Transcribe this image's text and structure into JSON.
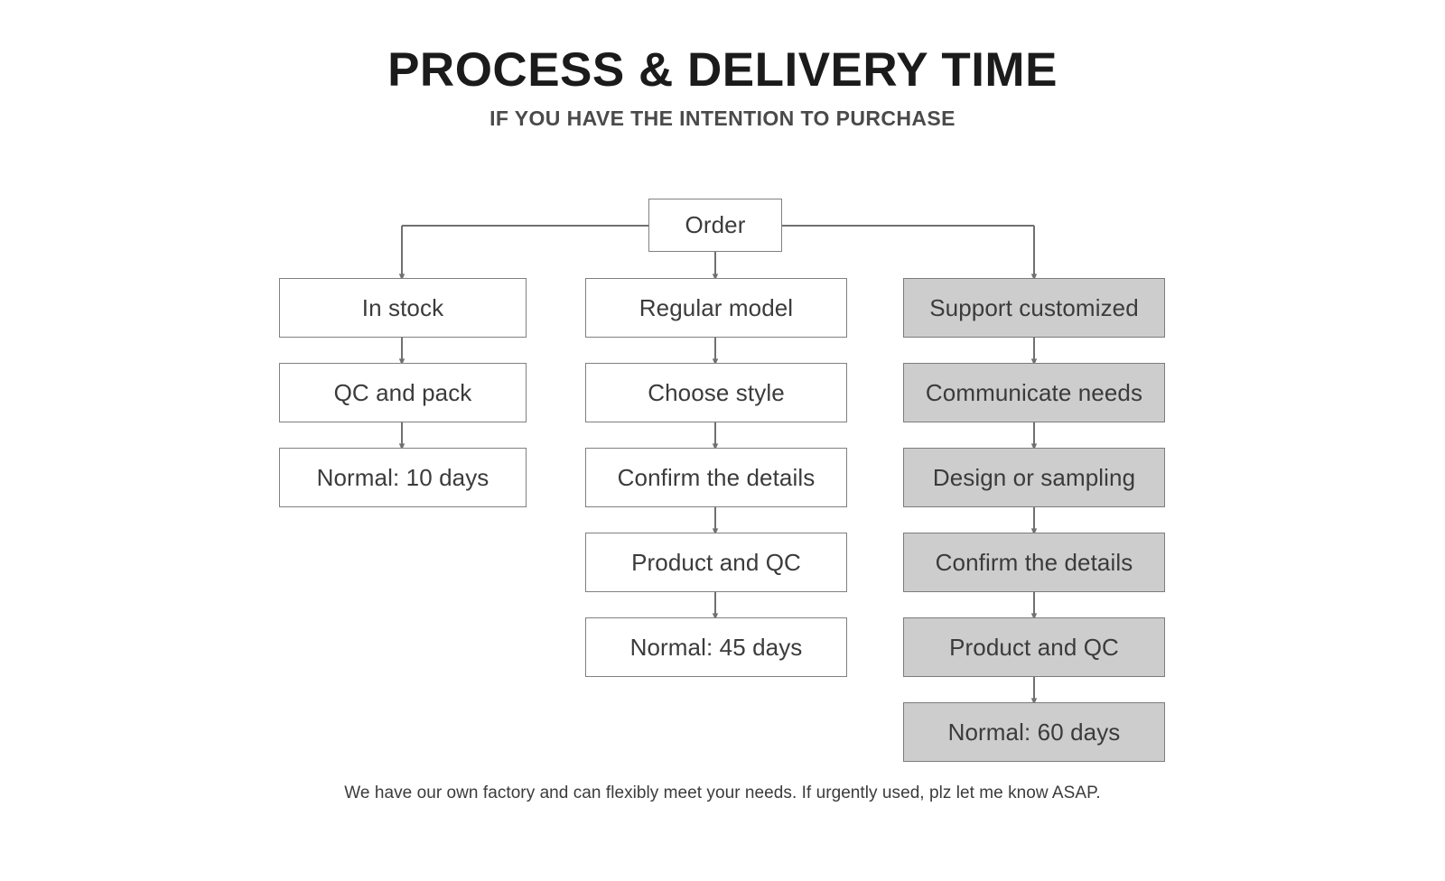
{
  "header": {
    "title": "PROCESS & DELIVERY TIME",
    "subtitle": "IF YOU HAVE THE INTENTION TO PURCHASE"
  },
  "footer": {
    "note": "We have our own factory and can flexibly meet your needs. If urgently used, plz let me know ASAP."
  },
  "colors": {
    "title_text": "#1b1b1b",
    "subtitle_text": "#4a4a4a",
    "node_text": "#3b3b3b",
    "node_border": "#808080",
    "node_fill_plain": "#ffffff",
    "node_fill_shaded": "#cdcdcd",
    "connector": "#707070",
    "page_background": "#ffffff"
  },
  "chart_data": {
    "type": "flowchart",
    "title": "PROCESS & DELIVERY TIME",
    "subtitle": "IF YOU HAVE THE INTENTION TO PURCHASE",
    "root": {
      "id": "order",
      "label": "Order",
      "shaded": false
    },
    "branches": [
      {
        "id": "branch-in-stock",
        "name": "In stock path",
        "shaded": false,
        "lead_time_days": 10,
        "steps": [
          {
            "id": "in-stock",
            "label": "In stock"
          },
          {
            "id": "qc-and-pack",
            "label": "QC and pack"
          },
          {
            "id": "normal-10-days",
            "label": "Normal: 10 days"
          }
        ]
      },
      {
        "id": "branch-regular-model",
        "name": "Regular model path",
        "shaded": false,
        "lead_time_days": 45,
        "steps": [
          {
            "id": "regular-model",
            "label": "Regular model"
          },
          {
            "id": "choose-style",
            "label": "Choose style"
          },
          {
            "id": "confirm-the-details",
            "label": "Confirm the details"
          },
          {
            "id": "product-and-qc",
            "label": "Product and QC"
          },
          {
            "id": "normal-45-days",
            "label": "Normal: 45 days"
          }
        ]
      },
      {
        "id": "branch-support-customized",
        "name": "Support customized path",
        "shaded": true,
        "lead_time_days": 60,
        "steps": [
          {
            "id": "support-customized",
            "label": "Support customized"
          },
          {
            "id": "communicate-needs",
            "label": "Communicate needs"
          },
          {
            "id": "design-or-sampling",
            "label": "Design or sampling"
          },
          {
            "id": "confirm-the-details-custom",
            "label": "Confirm the details"
          },
          {
            "id": "product-and-qc-custom",
            "label": "Product and QC"
          },
          {
            "id": "normal-60-days",
            "label": "Normal: 60 days"
          }
        ]
      }
    ],
    "footer_note": "We have our own factory and can flexibly meet your needs. If urgently used, plz let me know ASAP."
  }
}
